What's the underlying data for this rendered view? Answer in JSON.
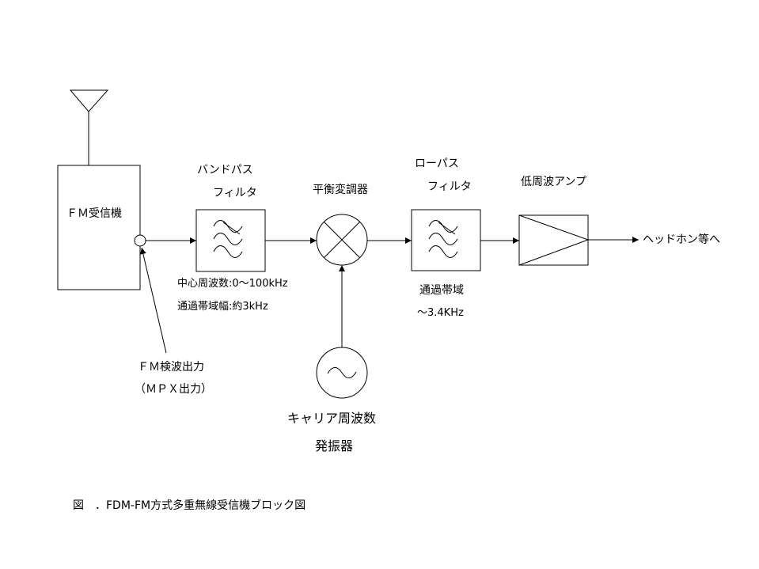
{
  "receiver": {
    "label": "ＦＭ受信機"
  },
  "bpf": {
    "line1": "バンドパス",
    "line2": "フィルタ",
    "spec1": "中心周波数:0〜100kHz",
    "spec2": "通過帯域幅:約3kHz"
  },
  "mixer": {
    "label": "平衡変調器"
  },
  "lpf": {
    "line1": "ローパス",
    "line2": "フィルタ",
    "spec1": "通過帯域",
    "spec2": "〜3.4KHz"
  },
  "amp": {
    "label": "低周波アンプ"
  },
  "output": {
    "label": "ヘッドホン等へ"
  },
  "fm_output": {
    "line1": "ＦＭ検波出力",
    "line2": "（ＭＰＸ出力）"
  },
  "oscillator": {
    "line1": "キャリア周波数",
    "line2": "発振器"
  },
  "caption": "図　．FDM-FM方式多重無線受信機ブロック図"
}
